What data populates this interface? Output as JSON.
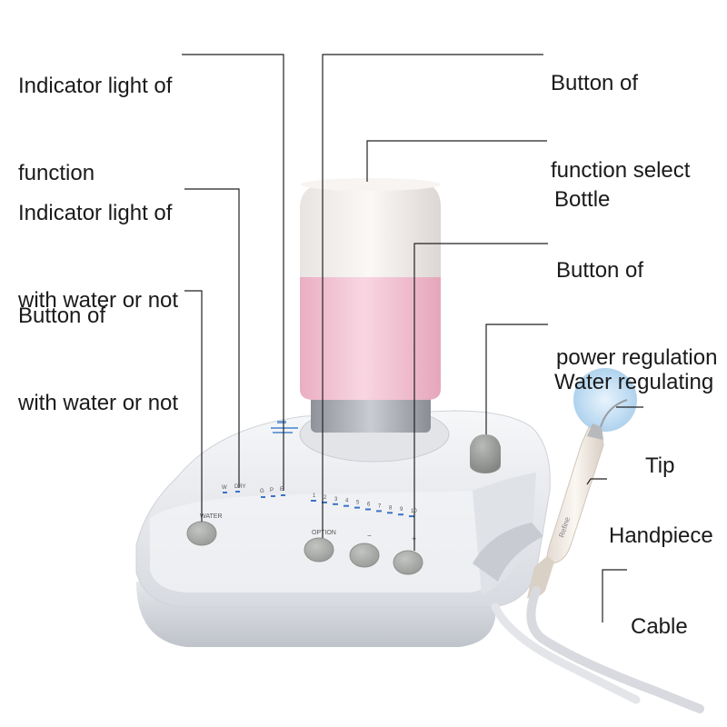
{
  "labels": {
    "indicator_function": [
      "Indicator light of",
      "function"
    ],
    "indicator_water": [
      "Indicator light of",
      "with water or not"
    ],
    "button_water": [
      "Button of",
      "with water or not"
    ],
    "button_function_select": [
      "Button of",
      "function select"
    ],
    "bottle": "Bottle",
    "button_power": [
      "Button of",
      "power regulation"
    ],
    "water_regulating": "Water regulating",
    "tip": "Tip",
    "handpiece": "Handpiece",
    "cable": "Cable"
  },
  "device_text": {
    "water_button": "WATER",
    "option_button": "OPTION",
    "minus": "−",
    "plus": "+",
    "indicator_labels": [
      "W",
      "DRY",
      "G",
      "P",
      "E"
    ],
    "power_scale": [
      "1",
      "2",
      "3",
      "4",
      "5",
      "6",
      "7",
      "8",
      "9",
      "10"
    ],
    "handpiece_brand": "Refine"
  },
  "colors": {
    "body": "#eceef2",
    "button": "#a9aca8",
    "liquid": "#f3c2d2",
    "led": "#3a72c8",
    "line": "#222222"
  }
}
